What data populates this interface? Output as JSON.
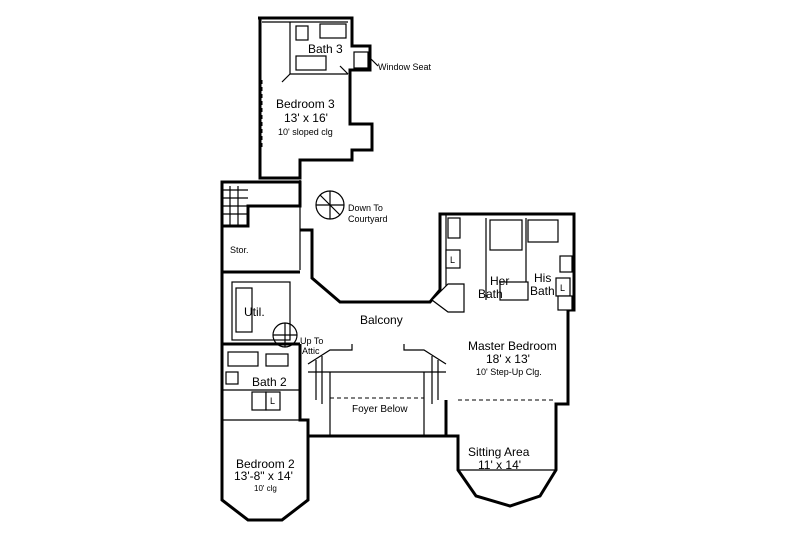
{
  "rooms": {
    "bath3": "Bath 3",
    "window_seat": "Window Seat",
    "bedroom3": {
      "name": "Bedroom 3",
      "size": "13' x 16'",
      "note": "10' sloped clg"
    },
    "down_to": "Down To",
    "courtyard": "Courtyard",
    "stor": "Stor.",
    "util": "Util.",
    "balcony": "Balcony",
    "up_to": "Up To",
    "attic": "Attic",
    "her": "Her",
    "her_bath": "Bath",
    "his": "His",
    "his_bath": "Bath",
    "master": {
      "name": "Master Bedroom",
      "size": "18' x 13'",
      "note": "10' Step-Up Clg."
    },
    "foyer": "Foyer Below",
    "bath2": "Bath 2",
    "bedroom2": {
      "name": "Bedroom 2",
      "size": "13'-8\" x 14'",
      "note": "10' clg"
    },
    "sitting": {
      "name": "Sitting Area",
      "size": "11' x 14'"
    },
    "linen": "L"
  }
}
